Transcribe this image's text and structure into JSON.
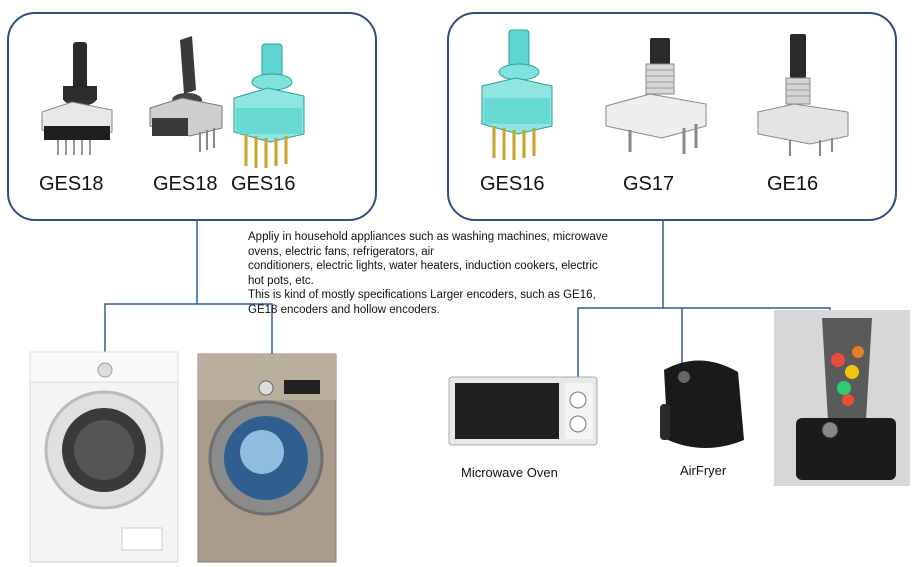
{
  "left_group": {
    "labels": [
      "GES18",
      "GES18",
      "GES16"
    ]
  },
  "right_group": {
    "labels": [
      "GES16",
      "GS17",
      "GE16"
    ]
  },
  "description": "Appliy in household appliances such as washing machines, microwave\novens, electric fans, refrigerators, air\nconditioners, electric lights, water heaters, induction cookers, electric\nhot pots, etc.\nThis is kind of mostly specifications Larger encoders, such as GE16,\nGE18 encoders and hollow encoders.",
  "appliances": {
    "microwave_label": "Microwave Oven",
    "airfryer_label": "AirFryer"
  },
  "colors": {
    "panel_border": "#2f4f7f",
    "connector_line": "#2e5e9e",
    "encoder_teal": "#5fd6d0",
    "encoder_dark": "#222222",
    "pin_gold": "#c9a227"
  }
}
